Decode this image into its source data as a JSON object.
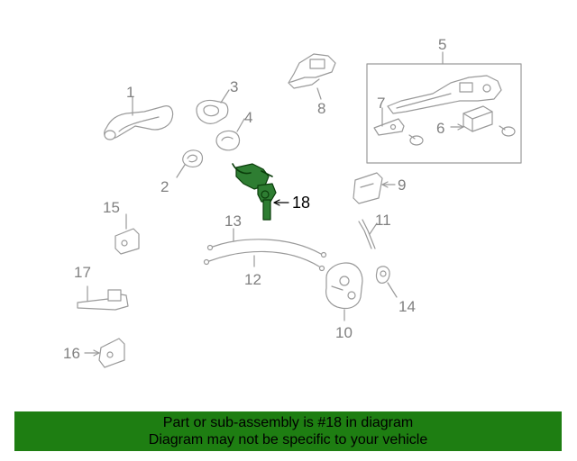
{
  "highlight_color": "#1e7e12",
  "part_color": "#2e7d32",
  "callouts": {
    "c1": "1",
    "c2": "2",
    "c3": "3",
    "c4": "4",
    "c5": "5",
    "c6": "6",
    "c7": "7",
    "c8": "8",
    "c9": "9",
    "c10": "10",
    "c11": "11",
    "c12": "12",
    "c13": "13",
    "c14": "14",
    "c15": "15",
    "c16": "16",
    "c17": "17",
    "c18": "18"
  },
  "banner": {
    "line1": "Part or sub-assembly is #18 in diagram",
    "line2": "Diagram may not be specific to your vehicle"
  }
}
